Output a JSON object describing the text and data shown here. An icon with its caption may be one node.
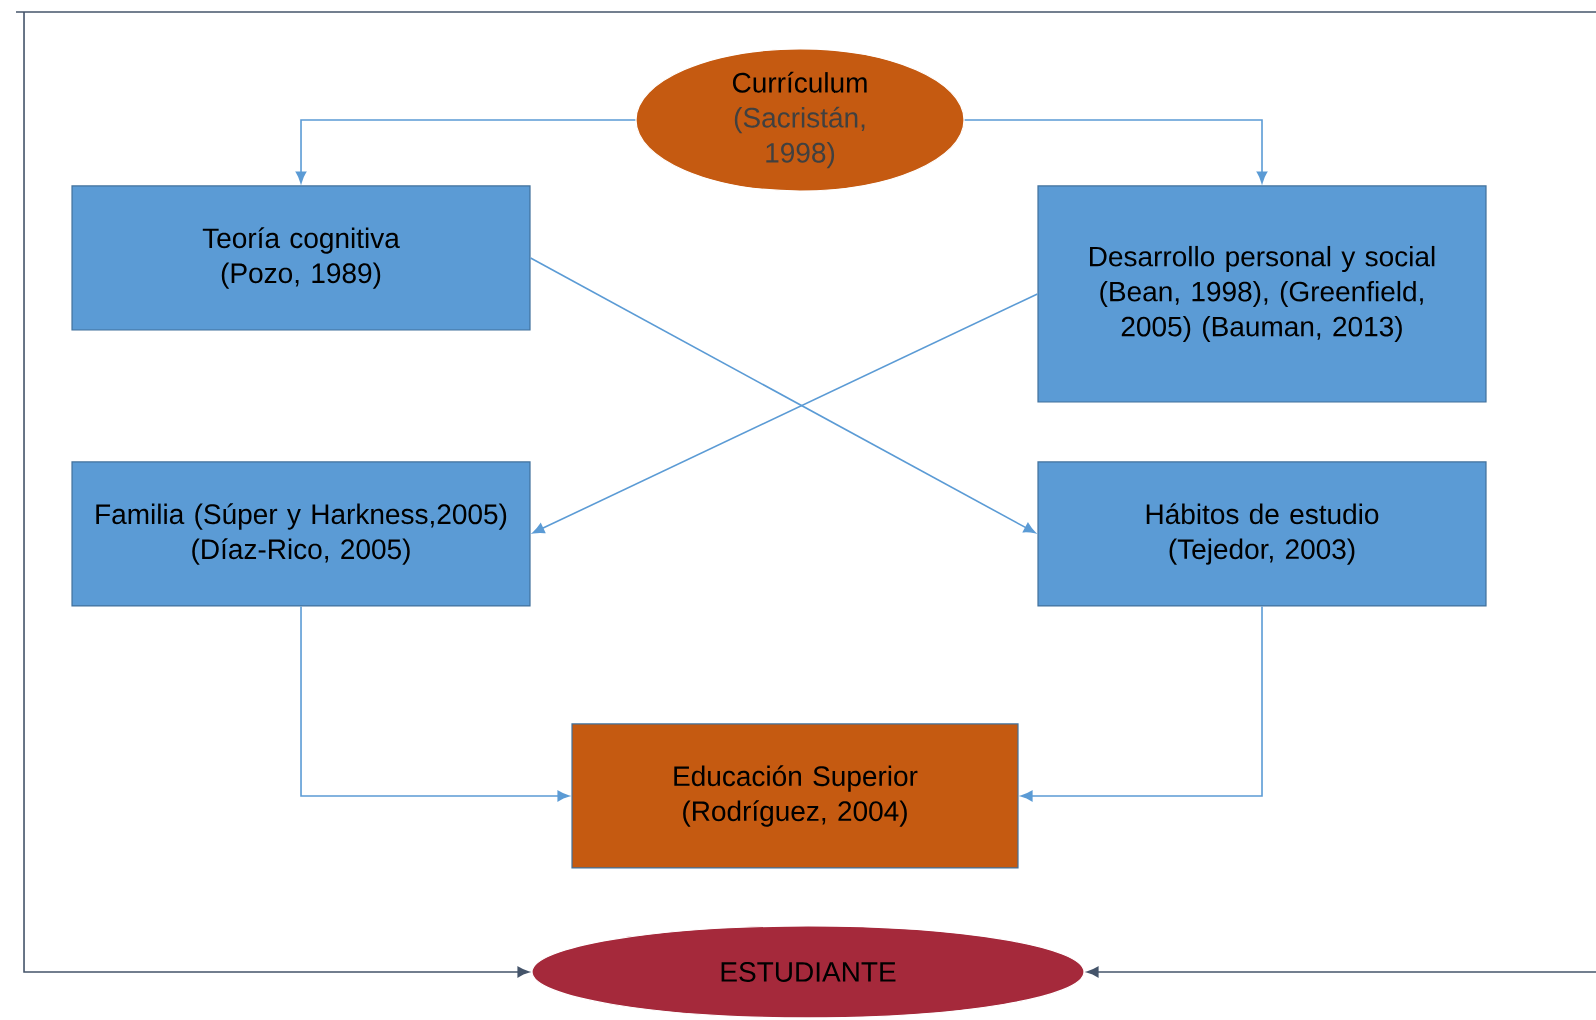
{
  "diagram": {
    "nodes": [
      {
        "text": [
          "Currículum",
          "(Sacristán, 1998)"
        ]
      },
      {
        "text": [
          "Teoría cognitiva (Pozo, 1989)"
        ]
      },
      {
        "text": [
          "Desarrollo personal y social (Bean, 1998), (Greenfield, 2005) (Bauman, 2013)"
        ]
      },
      {
        "text": [
          "Familia (Súper y Harkness,2005) (Díaz-Rico, 2005)"
        ]
      },
      {
        "text": [
          "Hábitos de estudio (Tejedor, 2003)"
        ]
      },
      {
        "text": [
          "Educación Superior (Rodríguez, 2004)"
        ]
      },
      {
        "text": [
          "ESTUDIANTE"
        ]
      }
    ],
    "edges": [
      {
        "from": 0,
        "to": 1,
        "arrow": "to"
      },
      {
        "from": 0,
        "to": 2,
        "arrow": "to"
      },
      {
        "from": 1,
        "to": 4,
        "arrow": "to"
      },
      {
        "from": 2,
        "to": 3,
        "arrow": "to"
      },
      {
        "from": 3,
        "to": 5,
        "arrow": "to"
      },
      {
        "from": 4,
        "to": 5,
        "arrow": "to"
      },
      {
        "from": null,
        "to": 6,
        "arrow": "to",
        "color": "#44546a"
      },
      {
        "from": null,
        "to": 6,
        "arrow": "to",
        "color": "#44546a"
      }
    ]
  }
}
